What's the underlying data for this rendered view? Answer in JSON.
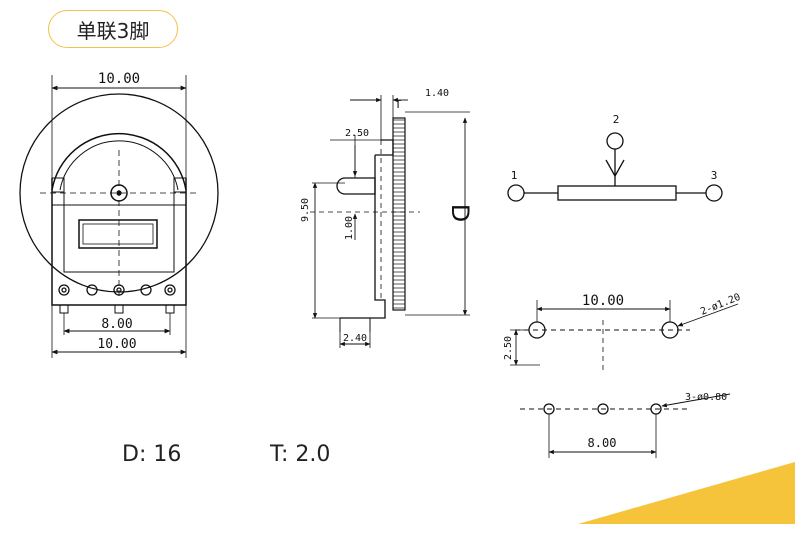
{
  "title": "单联3脚",
  "front_view": {
    "top_dim": "10.00",
    "pin_spacing_dim": "8.00",
    "bottom_dim": "10.00"
  },
  "side_view": {
    "t_label": "T",
    "t_dim": "1.40",
    "dim_250": "2.50",
    "dim_950": "9.50",
    "dim_100": "1.00",
    "d_label": "D",
    "dim_240": "2.40"
  },
  "schematic": {
    "pin1": "1",
    "pin2": "2",
    "pin3": "3"
  },
  "mount_holes": {
    "spacing": "10.00",
    "hole_note": "2-ø1.20",
    "offset": "2.50"
  },
  "pin_holes": {
    "spacing": "8.00",
    "hole_note": "3-ø0.80"
  },
  "specs": {
    "d_text": "D:  16",
    "t_text": "T:  2.0"
  },
  "colors": {
    "accent": "#f5c43a",
    "badge_border": "#f2c24a"
  }
}
